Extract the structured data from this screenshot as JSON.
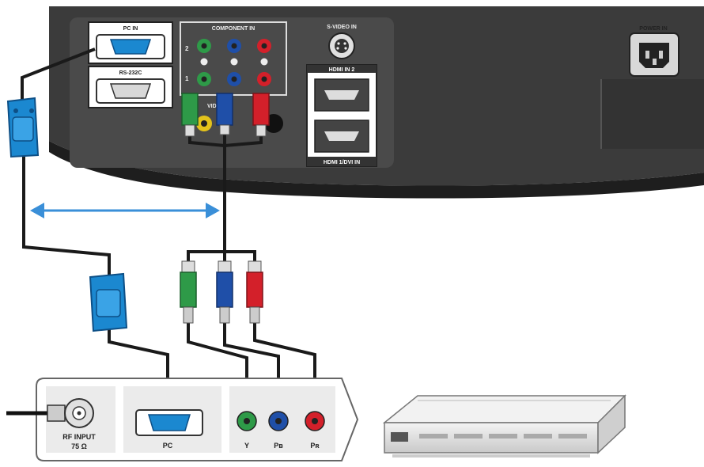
{
  "projector_panel": {
    "pc_in": "PC IN",
    "rs232c": "RS-232C",
    "component_in": "COMPONENT IN",
    "svideo_in": "S-VIDEO IN",
    "video_in": "VIDEO IN",
    "hdmi_in_2": "HDMI IN 2",
    "hdmi_dvi_in": "HDMI 1/DVI IN",
    "power_in": "POWER IN",
    "row_1": "1",
    "row_2": "2"
  },
  "source_panel": {
    "rf_input": "RF INPUT",
    "rf_impedance": "75 Ω",
    "pc": "PC",
    "y": "Y",
    "pb": "Pʙ",
    "pr": "Pʀ"
  },
  "colors": {
    "chassis": "#3b3b3b",
    "jack_green": "#2e9a48",
    "jack_blue": "#1f4fa8",
    "jack_red": "#d3202a",
    "jack_yellow": "#e3c21b",
    "vga_connector": "#1b88d0",
    "arrow": "#3a8fd8"
  },
  "icons": [
    "vga-port-icon",
    "serial-port-icon",
    "rca-jack-icon",
    "svideo-jack-icon",
    "hdmi-port-icon",
    "power-socket-icon",
    "coax-connector-icon",
    "vga-plug-icon",
    "rca-plug-icon",
    "double-arrow-icon",
    "set-top-box-icon"
  ]
}
